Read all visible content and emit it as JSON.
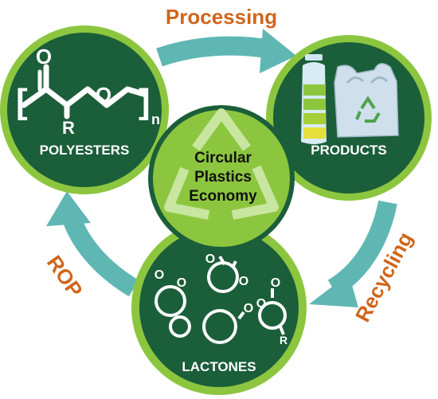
{
  "center": {
    "lines": [
      "Circular",
      "Plastics",
      "Economy"
    ]
  },
  "nodes": {
    "polyesters": {
      "label": "POLYESTERS"
    },
    "products": {
      "label": "PRODUCTS"
    },
    "lactones": {
      "label": "LACTONES"
    }
  },
  "steps": {
    "processing": "Processing",
    "recycling": "Recycling",
    "rop": "ROP"
  },
  "chem": {
    "bracket_open": "[",
    "bracket_close": "]",
    "subscript_n": "n",
    "carbonyl_o": "O",
    "ester_o": "O",
    "r_group_main": "R",
    "lactone_o_labels": [
      "O",
      "O",
      "O",
      "O",
      "O",
      "O",
      "O"
    ],
    "r_group_lactone": "R"
  },
  "colors": {
    "dark_green": "#1b5e3a",
    "light_green": "#8cc63f",
    "teal_arrow": "#5fb7b3",
    "orange_text": "#d0651c",
    "white": "#ffffff"
  }
}
